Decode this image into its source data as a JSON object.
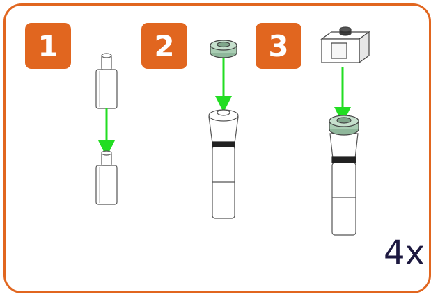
{
  "steps": [
    {
      "number": "1"
    },
    {
      "number": "2"
    },
    {
      "number": "3"
    }
  ],
  "quantity": "4x",
  "colors": {
    "accent": "#E1661F",
    "arrow": "#22DD22",
    "part_green": "#a9cdb3",
    "quantity_text": "#1d1940"
  }
}
